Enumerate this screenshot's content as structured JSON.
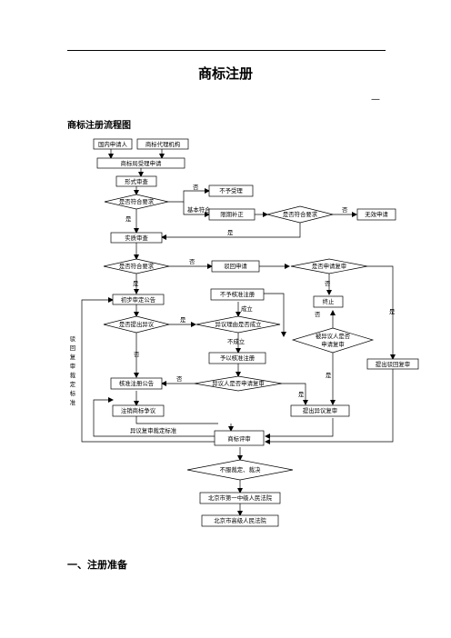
{
  "title": "商标注册",
  "dash": "—",
  "subtitle": "商标注册流程图",
  "section_heading": "一、注册准备",
  "flowchart": {
    "domestic_applicant": "国内申请人",
    "agency": "商标代理机构",
    "office_accept": "商标局受理申请",
    "formal_review": "形式审查",
    "meets_req_1": "是否符合要求",
    "reject_accept": "不予受理",
    "basic_meets": "基本符合",
    "deadline_fix": "限期补正",
    "meets_req_2": "是否符合要求",
    "invalid_app": "无效申请",
    "substantive_review": "实质审查",
    "meets_req_3": "是否符合要求",
    "reject_app": "驳回申请",
    "apply_review_q": "是否申请复审",
    "prelim_announce": "初步审定公告",
    "not_approved": "不予核准注册",
    "terminate": "终止",
    "opposition_q": "是否提出异议",
    "reason_q": "异议理由是否成立",
    "established": "成立",
    "not_established": "不成立",
    "opponent_review_q": "被异议人是否申请复审",
    "approve_reg": "予以核准注册",
    "reject_review_vertical": "驳回复审裁定标准",
    "reg_announce": "核准注册公告",
    "opp_review_q": "异议人是否申请复审",
    "reject_review_req": "提出驳回复审",
    "cancel_dispute": "注销商标争议",
    "opp_review_req": "提出异议复审",
    "opp_review_standard": "异议复审裁定标准",
    "tm_review": "商标评审",
    "disagree_appeal": "不服裁定、裁决",
    "court_1": "北京市第一中级人民法院",
    "court_2": "北京市高级人民法院",
    "yes": "是",
    "no": "否"
  }
}
